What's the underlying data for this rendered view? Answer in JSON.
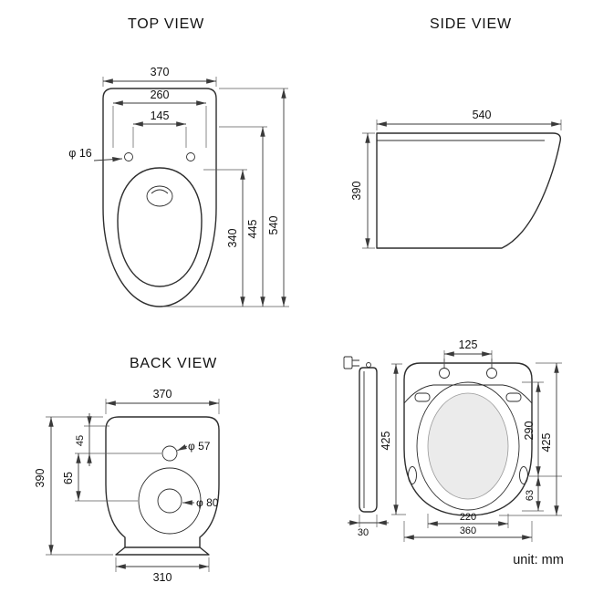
{
  "page": {
    "unit_label": "unit: mm"
  },
  "views": {
    "top": {
      "title": "TOP VIEW",
      "dims": {
        "overall_width": "370",
        "bolt_spread_outer": "260",
        "bolt_spread_inner": "145",
        "bolt_hole_diameter": "φ 16",
        "overall_depth": "540",
        "depth_mid": "445",
        "depth_inner": "340"
      }
    },
    "side": {
      "title": "SIDE VIEW",
      "dims": {
        "overall_depth": "540",
        "overall_height": "390"
      }
    },
    "back": {
      "title": "BACK VIEW",
      "dims": {
        "overall_width": "370",
        "inlet_offset": "45",
        "outlet_offset": "65",
        "overall_height": "390",
        "inlet_diameter": "φ 57",
        "outlet_diameter": "φ 80",
        "base_width": "310"
      }
    },
    "seat": {
      "dims": {
        "hinge_spacing": "125",
        "profile_thickness": "30",
        "seat_length_left": "425",
        "opening_length": "290",
        "hinge_to_edge": "63",
        "seat_length_right": "425",
        "opening_width": "220",
        "seat_width": "360"
      }
    }
  }
}
